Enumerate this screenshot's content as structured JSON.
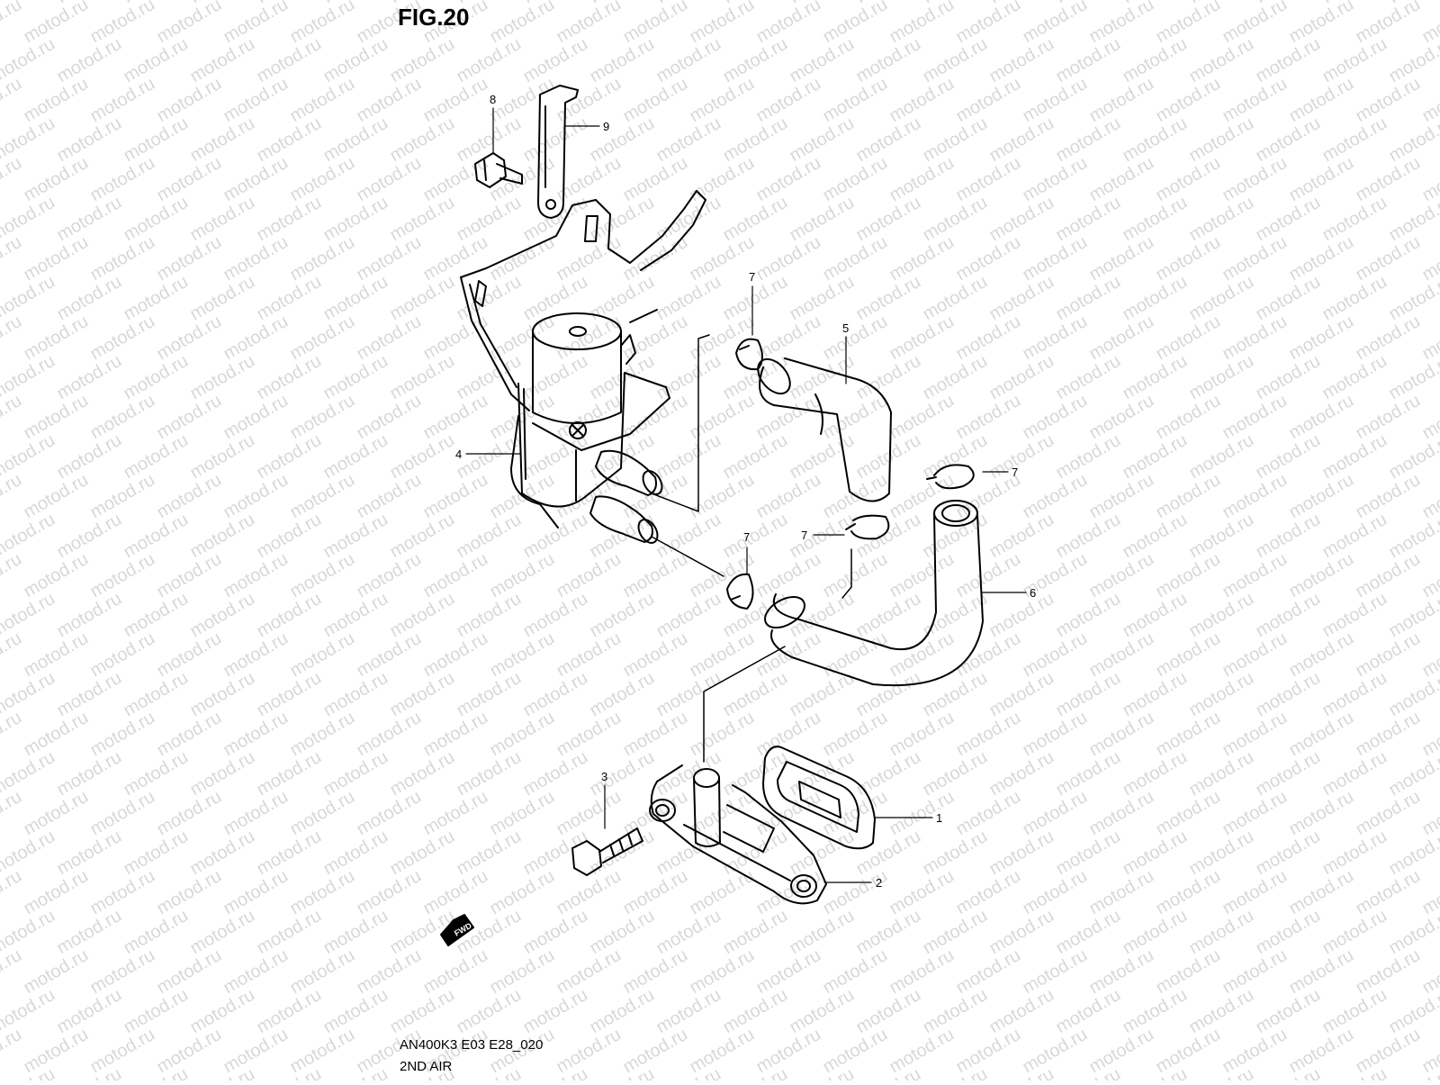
{
  "figure": {
    "title": "FIG.20",
    "model_code": "AN400K3 E03 E28_020",
    "section_name": "2ND AIR"
  },
  "watermark": {
    "text": "motod.ru",
    "color": "#d8d8d8"
  },
  "direction_marker": {
    "label": "FWD"
  },
  "callouts": [
    {
      "part": "1",
      "label": "1"
    },
    {
      "part": "2",
      "label": "2"
    },
    {
      "part": "3",
      "label": "3"
    },
    {
      "part": "4",
      "label": "4"
    },
    {
      "part": "5",
      "label": "5"
    },
    {
      "part": "6",
      "label": "6"
    },
    {
      "part": "7a",
      "label": "7"
    },
    {
      "part": "7b",
      "label": "7"
    },
    {
      "part": "7c",
      "label": "7"
    },
    {
      "part": "7d",
      "label": "7"
    },
    {
      "part": "8",
      "label": "8"
    },
    {
      "part": "9",
      "label": "9"
    }
  ],
  "colors": {
    "line": "#000000",
    "background": "#ffffff"
  }
}
